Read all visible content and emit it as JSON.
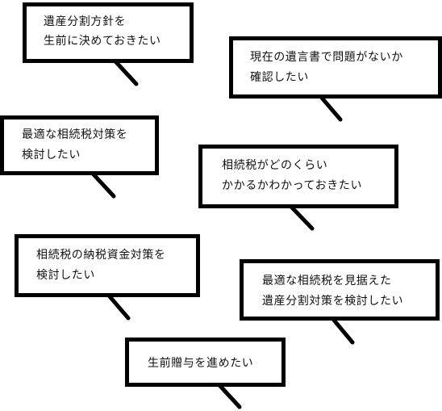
{
  "speech_bubbles": [
    {
      "lines": [
        "遺産分割方針を",
        "生前に決めておきたい"
      ]
    },
    {
      "lines": [
        "現在の遺言書で問題がないか",
        "確認したい"
      ]
    },
    {
      "lines": [
        "最適な相続税対策を",
        "検討したい"
      ]
    },
    {
      "lines": [
        "相続税がどのくらい",
        "かかるかわかっておきたい"
      ]
    },
    {
      "lines": [
        "相続税の納税資金対策を",
        "検討したい"
      ]
    },
    {
      "lines": [
        "最適な相続税を見据えた",
        "遺産分割対策を検討したい"
      ]
    },
    {
      "lines": [
        "生前贈与を進めたい"
      ]
    }
  ]
}
